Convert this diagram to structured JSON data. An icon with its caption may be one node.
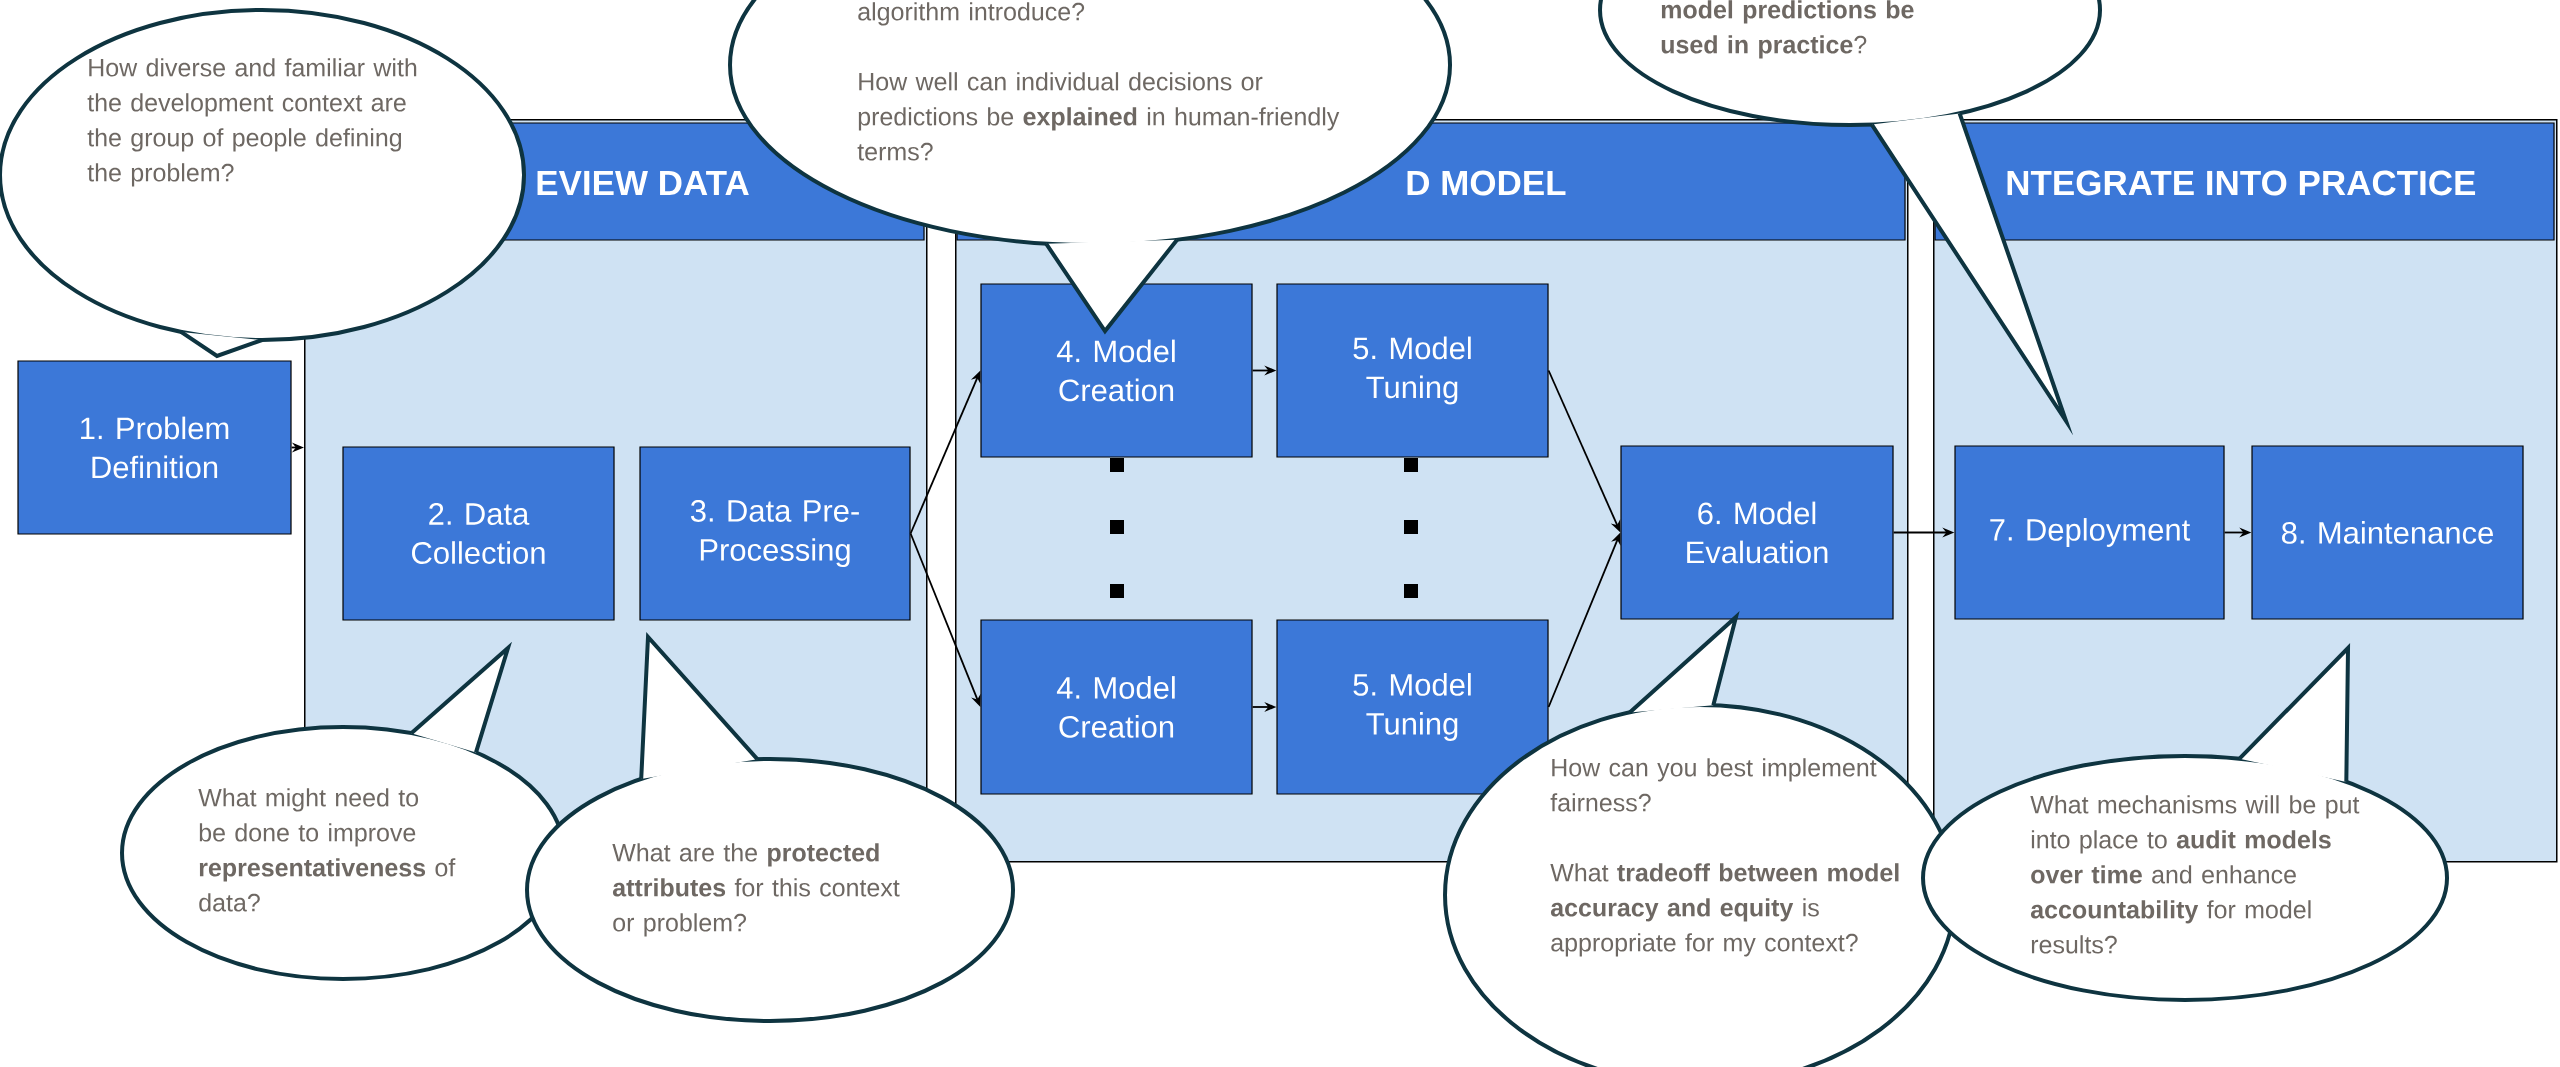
{
  "diagram": {
    "nodes": [
      {
        "text": [
          "How diverse and familiar with the development context are the group of people defining the problem?"
        ]
      },
      {
        "text": [
          "EVIEW DATA"
        ]
      },
      {
        "text": [
          "D MODEL"
        ]
      },
      {
        "text": [
          "NTEGRATE INTO PRACTICE"
        ]
      },
      {
        "text": [
          "1. Problem Definition"
        ]
      },
      {
        "text": [
          "2. Data Collection"
        ],
        "in": 1
      },
      {
        "text": [
          "3. Data Pre-Processing"
        ],
        "in": 1
      },
      {
        "text": [
          "4. Model Creation"
        ],
        "in": 2
      },
      {
        "text": [
          "5. Model Tuning"
        ],
        "in": 2
      },
      {
        "text": [
          "4. Model Creation"
        ],
        "in": 2
      },
      {
        "text": [
          "5. Model Tuning"
        ],
        "in": 2
      },
      {
        "text": [
          "6. Model Evaluation"
        ],
        "in": 2
      },
      {
        "text": [
          "7. Deployment"
        ],
        "in": 3
      },
      {
        "text": [
          "8. Maintenance"
        ],
        "in": 3
      },
      {
        "text": [
          "algorithm introduce?",
          "How well can individual decisions or predictions be **explained** in human-friendly terms?"
        ]
      },
      {
        "text": [
          "**model predictions be used in practice**?"
        ]
      },
      {
        "text": [
          "What might need to be done to improve **representativeness** of data?"
        ]
      },
      {
        "text": [
          "What are the **protected attributes** for this context or problem?"
        ]
      },
      {
        "text": [
          "How can you best implement fairness?",
          "What **tradeoff between model accuracy and equity** is appropriate for my context?"
        ]
      },
      {
        "text": [
          "What mechanisms will be put into place to **audit models over time** and enhance **accountability** for model results?"
        ]
      }
    ],
    "edges": [
      {
        "from": 4,
        "to": 1,
        "arrow": "to"
      },
      {
        "from": 6,
        "to": 7,
        "arrow": "to"
      },
      {
        "from": 6,
        "to": 9,
        "arrow": "to"
      },
      {
        "from": 7,
        "to": 8,
        "arrow": "to"
      },
      {
        "from": 9,
        "to": 10,
        "arrow": "to"
      },
      {
        "from": 8,
        "to": 11,
        "arrow": "to"
      },
      {
        "from": 10,
        "to": 11,
        "arrow": "to"
      },
      {
        "from": 11,
        "to": 12,
        "arrow": "to"
      },
      {
        "from": 12,
        "to": 13,
        "arrow": "to"
      }
    ]
  }
}
